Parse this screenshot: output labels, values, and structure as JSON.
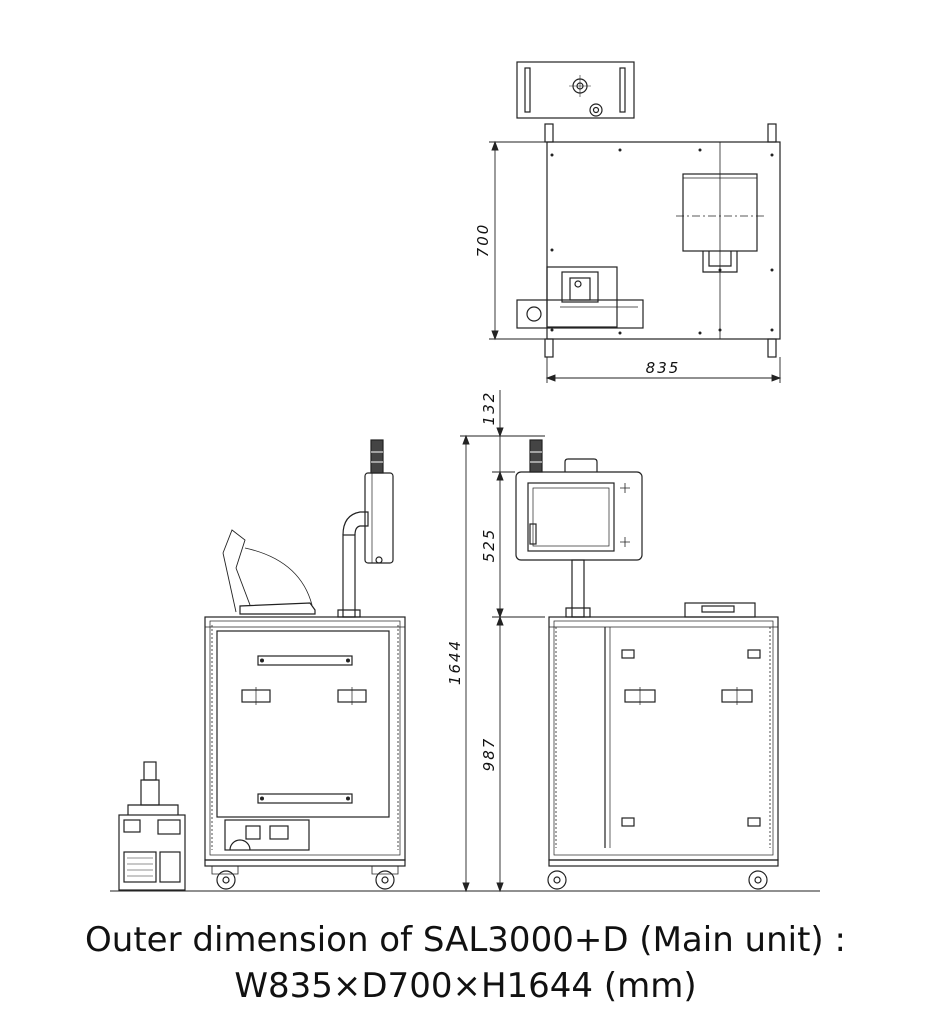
{
  "dimensions": {
    "depth": "700",
    "width": "835",
    "beacon_height": "132",
    "panel_height": "525",
    "total_height": "1644",
    "base_height": "987"
  },
  "caption": {
    "line1": "Outer dimension of SAL3000+D (Main unit) :",
    "line2": "W835×D700×H1644 (mm)"
  }
}
